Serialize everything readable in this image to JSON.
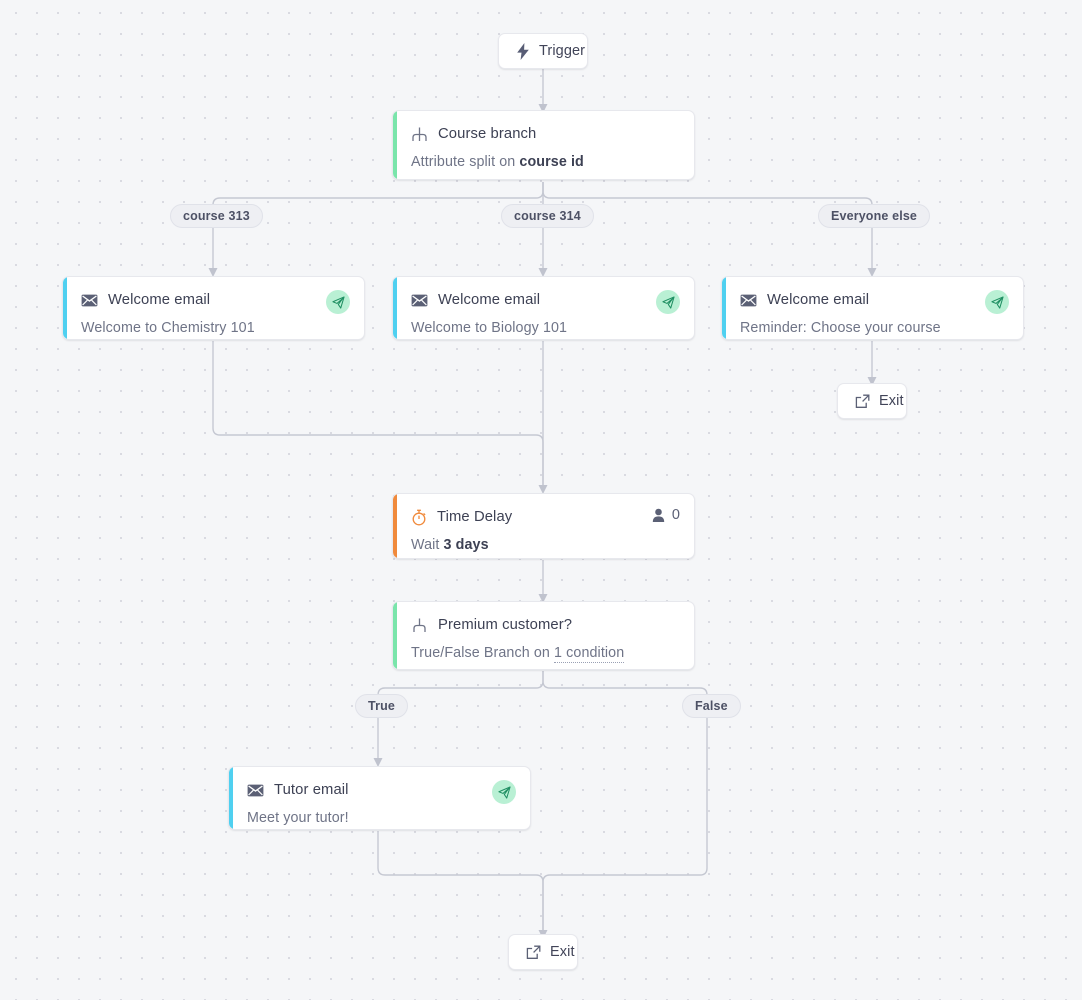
{
  "canvas": {
    "background_color": "#f5f6f8",
    "grid_dot_color": "#d9dae1",
    "edge_color": "#c5c8d2"
  },
  "nodes": {
    "trigger": {
      "label": "Trigger",
      "icon": "lightning-bolt-icon"
    },
    "course_branch": {
      "title": "Course branch",
      "subtitle_prefix": "Attribute split on ",
      "subtitle_strong": "course id",
      "icon": "split-three-way-icon",
      "accent_color": "#7ae5ab"
    },
    "email_chemistry": {
      "title": "Welcome email",
      "subtitle": "Welcome to Chemistry 101",
      "icon": "envelope-icon",
      "badge_icon": "paper-plane-icon",
      "accent_color": "#4fd0f0"
    },
    "email_biology": {
      "title": "Welcome email",
      "subtitle": "Welcome to Biology 101",
      "icon": "envelope-icon",
      "badge_icon": "paper-plane-icon",
      "accent_color": "#4fd0f0"
    },
    "email_reminder": {
      "title": "Welcome email",
      "subtitle": "Reminder: Choose your course",
      "icon": "envelope-icon",
      "badge_icon": "paper-plane-icon",
      "accent_color": "#4fd0f0"
    },
    "exit_top": {
      "label": "Exit",
      "icon": "exit-external-link-icon"
    },
    "time_delay": {
      "title": "Time Delay",
      "subtitle_prefix": "Wait ",
      "subtitle_strong": "3 days",
      "icon": "stopwatch-icon",
      "people_icon": "person-icon",
      "people_count": "0",
      "accent_color": "#f08a3c"
    },
    "premium_branch": {
      "title": "Premium customer?",
      "subtitle_prefix": "True/False Branch on ",
      "subtitle_link": "1 condition",
      "icon": "split-two-way-icon",
      "accent_color": "#7ae5ab"
    },
    "tutor_email": {
      "title": "Tutor email",
      "subtitle": "Meet your tutor!",
      "icon": "envelope-icon",
      "badge_icon": "paper-plane-icon",
      "accent_color": "#4fd0f0"
    },
    "exit_bottom": {
      "label": "Exit",
      "icon": "exit-external-link-icon"
    }
  },
  "branch_labels": {
    "course_313": "course 313",
    "course_314": "course 314",
    "everyone_else": "Everyone else",
    "true": "True",
    "false": "False"
  }
}
